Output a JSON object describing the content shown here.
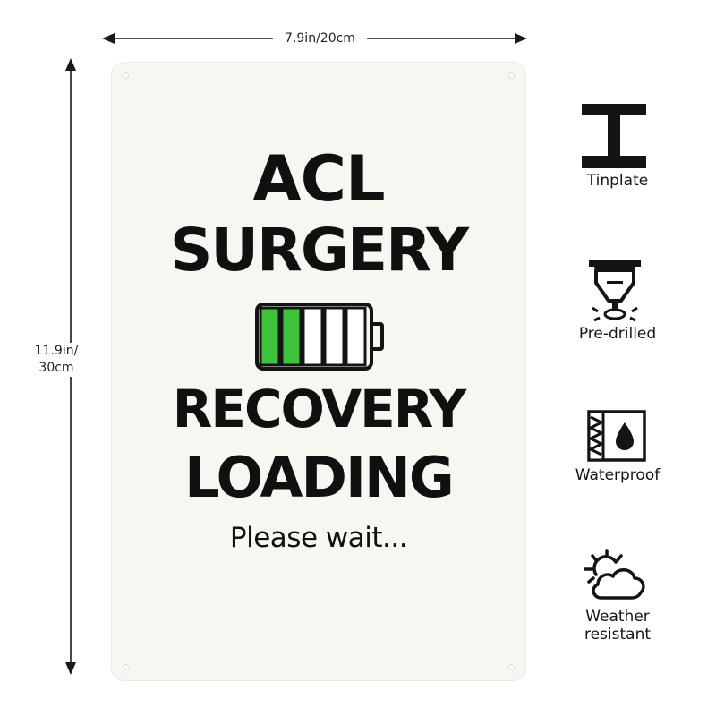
{
  "dimensions": {
    "width_label": "7.9in/20cm",
    "height_label_line1": "11.9in/",
    "height_label_line2": "30cm"
  },
  "sign": {
    "line1": "ACL",
    "line2": "SURGERY",
    "line3": "RECOVERY",
    "line4": "LOADING",
    "line5": "Please wait...",
    "battery_icon": "battery-icon",
    "battery_segments_total": 5,
    "battery_segments_filled": 2,
    "battery_fill_color": "#3dc43b",
    "background_color": "#f8f6f0"
  },
  "features": [
    {
      "icon": "i-beam-icon",
      "label_line1": "Tinplate",
      "label_line2": ""
    },
    {
      "icon": "drill-icon",
      "label_line1": "Pre-drilled",
      "label_line2": ""
    },
    {
      "icon": "water-drop-icon",
      "label_line1": "Waterproof",
      "label_line2": ""
    },
    {
      "icon": "sun-cloud-icon",
      "label_line1": "Weather",
      "label_line2": "resistant"
    }
  ]
}
